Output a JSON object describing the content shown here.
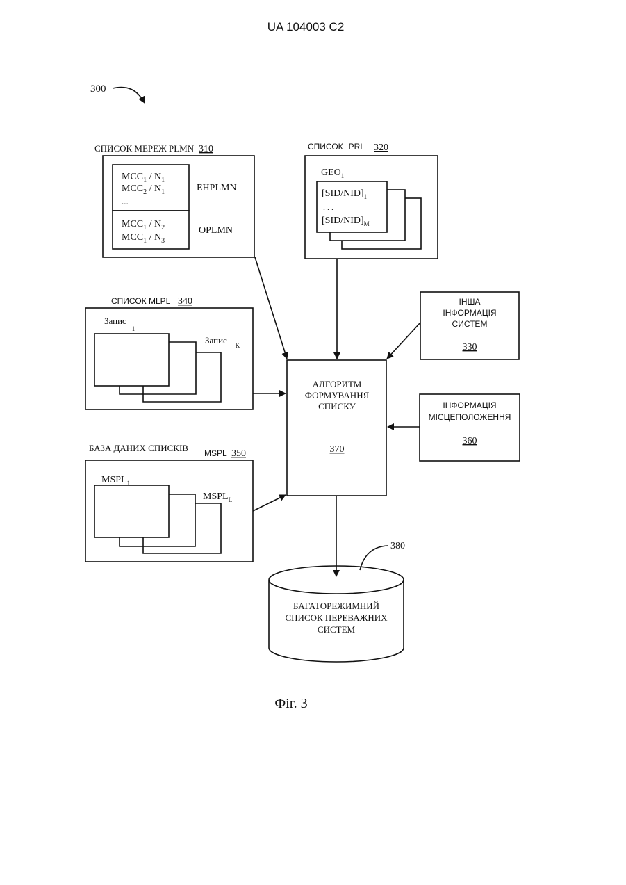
{
  "header": {
    "patent_id": "UA 104003 C2"
  },
  "figure": {
    "ref": "300",
    "caption": "Фіг. 3"
  },
  "plmn": {
    "title": "СПИСОК МЕРЕЖ PLMN",
    "num": "310",
    "rows_top": [
      {
        "base": "MCC",
        "sub1": "1",
        "mid": " / N",
        "sub2": "1"
      },
      {
        "base": "MCC",
        "sub1": "2",
        "mid": " / N",
        "sub2": "1"
      }
    ],
    "ellipsis": "...",
    "rows_bottom": [
      {
        "base": "MCC",
        "sub1": "1",
        "mid": " / N",
        "sub2": "2"
      },
      {
        "base": "MCC",
        "sub1": "1",
        "mid": " / N",
        "sub2": "3"
      }
    ],
    "label_top": "EHPLMN",
    "label_bottom": "OPLMN"
  },
  "prl": {
    "title_a": "СПИСОК",
    "title_b": "PRL",
    "num": "320",
    "geo": "GEO",
    "geo_sub": "1",
    "sid1": "[SID/NID]",
    "sid1_sub": "1",
    "dots": ". . .",
    "sidm": "[SID/NID]",
    "sidm_sub": "M"
  },
  "other": {
    "line1": "ІНША",
    "line2": "ІНФОРМАЦІЯ",
    "line3": "СИСТЕМ",
    "num": "330"
  },
  "mlpl": {
    "title": "СПИСОК MLPL",
    "num": "340",
    "rec1": "Запис",
    "rec1_sub": "1",
    "reck": "Запис",
    "reck_sub": "K"
  },
  "algo": {
    "line1": "АЛГОРИТМ",
    "line2": "ФОРМУВАННЯ",
    "line3": "СПИСКУ",
    "num": "370"
  },
  "location": {
    "line1": "ІНФОРМАЦІЯ",
    "line2": "МІСЦЕПОЛОЖЕННЯ",
    "num": "360"
  },
  "db": {
    "title": "БАЗА ДАНИХ СПИСКІВ",
    "title_b": "MSPL",
    "num": "350",
    "m1": "MSPL",
    "m1_sub": "1",
    "ml": "MSPL",
    "ml_sub": "L"
  },
  "output": {
    "line1": "БАГАТОРЕЖИМНИЙ",
    "line2": "СПИСОК ПЕРЕВАЖНИХ",
    "line3": "СИСТЕМ",
    "num": "380"
  }
}
